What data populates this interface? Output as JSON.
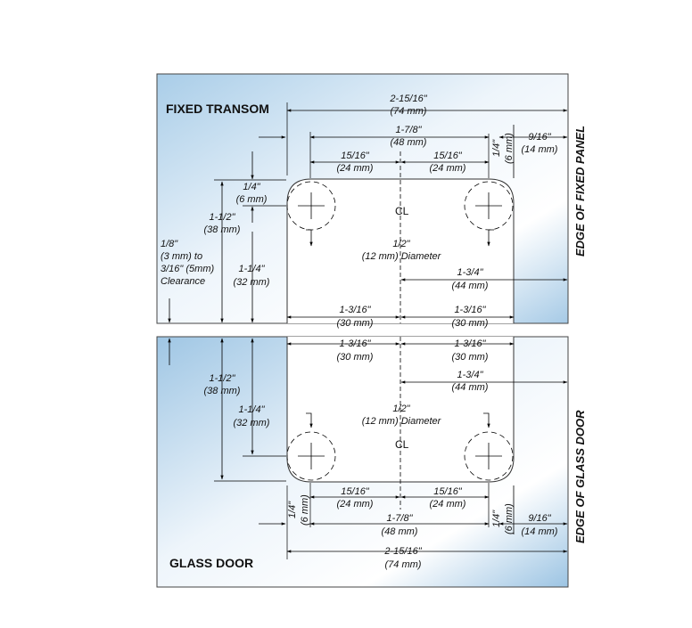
{
  "panels": {
    "top_title": "FIXED TRANSOM",
    "bottom_title": "GLASS DOOR",
    "top_edge": "EDGE OF FIXED PANEL",
    "bottom_edge": "EDGE OF GLASS DOOR"
  },
  "centerline_symbol": "CL",
  "dims": {
    "top_overall": [
      "2-15/16\"",
      "(74 mm)"
    ],
    "top_hole_span": [
      "1-7/8\"",
      "(48 mm)"
    ],
    "top_half_left": [
      "15/16\"",
      "(24 mm)"
    ],
    "top_half_right": [
      "15/16\"",
      "(24 mm)"
    ],
    "top_quarter_v": [
      "1/4\"",
      "(6 mm)"
    ],
    "top_edge_9_16": [
      "9/16\"",
      "(14 mm)"
    ],
    "top_quarter_h": [
      "1/4\"",
      "(6 mm)"
    ],
    "top_1_1_2": [
      "1-1/2\"",
      "(38 mm)"
    ],
    "top_1_1_4": [
      "1-1/4\"",
      "(32 mm)"
    ],
    "clearance": [
      "1/8\"",
      "(3 mm) to",
      "3/16\" (5mm)",
      "Clearance"
    ],
    "top_diameter": [
      "1/2\"",
      "(12 mm) Diameter"
    ],
    "top_1_3_4": [
      "1-3/4\"",
      "(44 mm)"
    ],
    "top_left_1_3_16": [
      "1-3/16\"",
      "(30 mm)"
    ],
    "top_right_1_3_16": [
      "1-3/16\"",
      "(30 mm)"
    ],
    "bot_left_1_3_16": [
      "1-3/16\"",
      "(30 mm)"
    ],
    "bot_right_1_3_16": [
      "1-3/16\"",
      "(30 mm)"
    ],
    "bot_1_3_4": [
      "1-3/4\"",
      "(44 mm)"
    ],
    "bot_1_1_2": [
      "1-1/2\"",
      "(38 mm)"
    ],
    "bot_1_1_4": [
      "1-1/4\"",
      "(32 mm)"
    ],
    "bot_diameter": [
      "1/2\"",
      "(12 mm) Diameter"
    ],
    "bot_half_left": [
      "15/16\"",
      "(24 mm)"
    ],
    "bot_half_right": [
      "15/16\"",
      "(24 mm)"
    ],
    "bot_quarter_left": [
      "1/4\"",
      "(6 mm)"
    ],
    "bot_hole_span": [
      "1-7/8\"",
      "(48 mm)"
    ],
    "bot_quarter_right": [
      "1/4\"",
      "(6 mm)"
    ],
    "bot_edge_9_16": [
      "9/16\"",
      "(14 mm)"
    ],
    "bot_overall": [
      "2-15/16\"",
      "(74 mm)"
    ]
  }
}
